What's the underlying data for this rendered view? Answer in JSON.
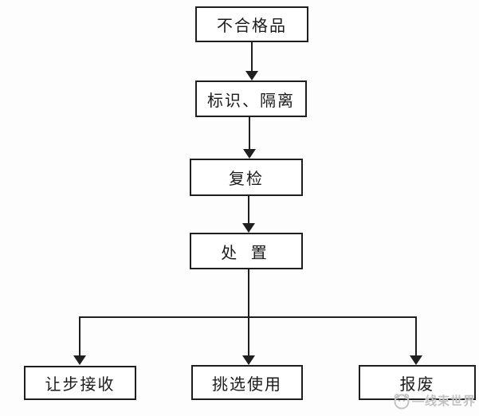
{
  "flowchart": {
    "nodes": [
      {
        "id": "nonconforming-product",
        "label": "不合格品"
      },
      {
        "id": "identify-isolate",
        "label": "标识、隔离"
      },
      {
        "id": "reinspection",
        "label": "复检"
      },
      {
        "id": "disposition",
        "label": "处 置"
      },
      {
        "id": "concession-accept",
        "label": "让步接收"
      },
      {
        "id": "selective-use",
        "label": "挑选使用"
      },
      {
        "id": "scrap",
        "label": "报废"
      }
    ],
    "edges": [
      {
        "from": "不合格品",
        "to": "标识、隔离"
      },
      {
        "from": "标识、隔离",
        "to": "复检"
      },
      {
        "from": "复检",
        "to": "处 置"
      },
      {
        "from": "处 置",
        "to": "让步接收"
      },
      {
        "from": "处 置",
        "to": "挑选使用"
      },
      {
        "from": "处 置",
        "to": "报废"
      }
    ]
  },
  "watermark": {
    "dash": "—",
    "label": "线束世界",
    "color": "#c2c2c2"
  },
  "colors": {
    "line": "#1f1f1f",
    "box_border": "#1f1f1f",
    "text": "#1a1a1a",
    "background": "#fdfdfd"
  }
}
